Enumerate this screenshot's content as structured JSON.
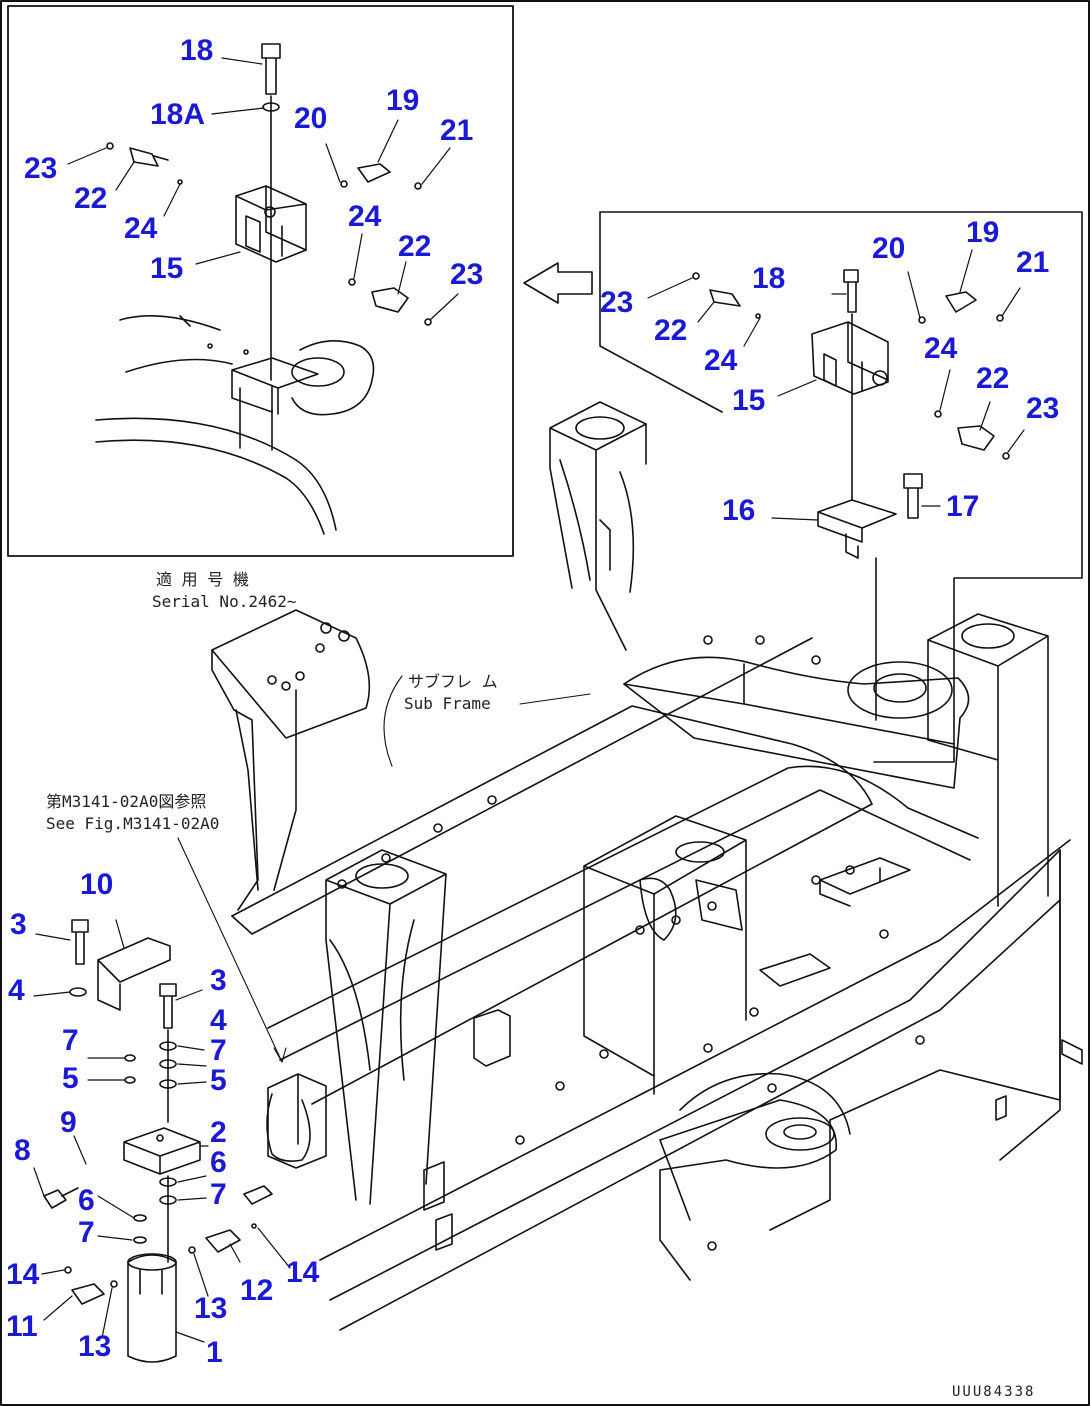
{
  "notes": {
    "serial_jp": "適 用 号 機",
    "serial_en": "Serial No.2462~",
    "subframe_jp": "サブフレ ム",
    "subframe_en": "Sub Frame",
    "seefig_jp": "第M3141-02A0図参照",
    "seefig_en": "See Fig.M3141-02A0"
  },
  "document_id": "UUU84338",
  "callouts": {
    "inset": [
      "18",
      "18A",
      "20",
      "19",
      "21",
      "23",
      "22",
      "24",
      "15",
      "24",
      "22",
      "23"
    ],
    "right": [
      "19",
      "20",
      "21",
      "18",
      "23",
      "22",
      "24",
      "24",
      "15",
      "22",
      "23",
      "16",
      "17"
    ],
    "lower": [
      "10",
      "3",
      "4",
      "3",
      "4",
      "7",
      "7",
      "5",
      "5",
      "9",
      "2",
      "8",
      "6",
      "6",
      "7",
      "7",
      "14",
      "12",
      "14",
      "13",
      "11",
      "13",
      "1"
    ]
  },
  "colors": {
    "callout": "#1a1ad6",
    "line": "#111111"
  }
}
